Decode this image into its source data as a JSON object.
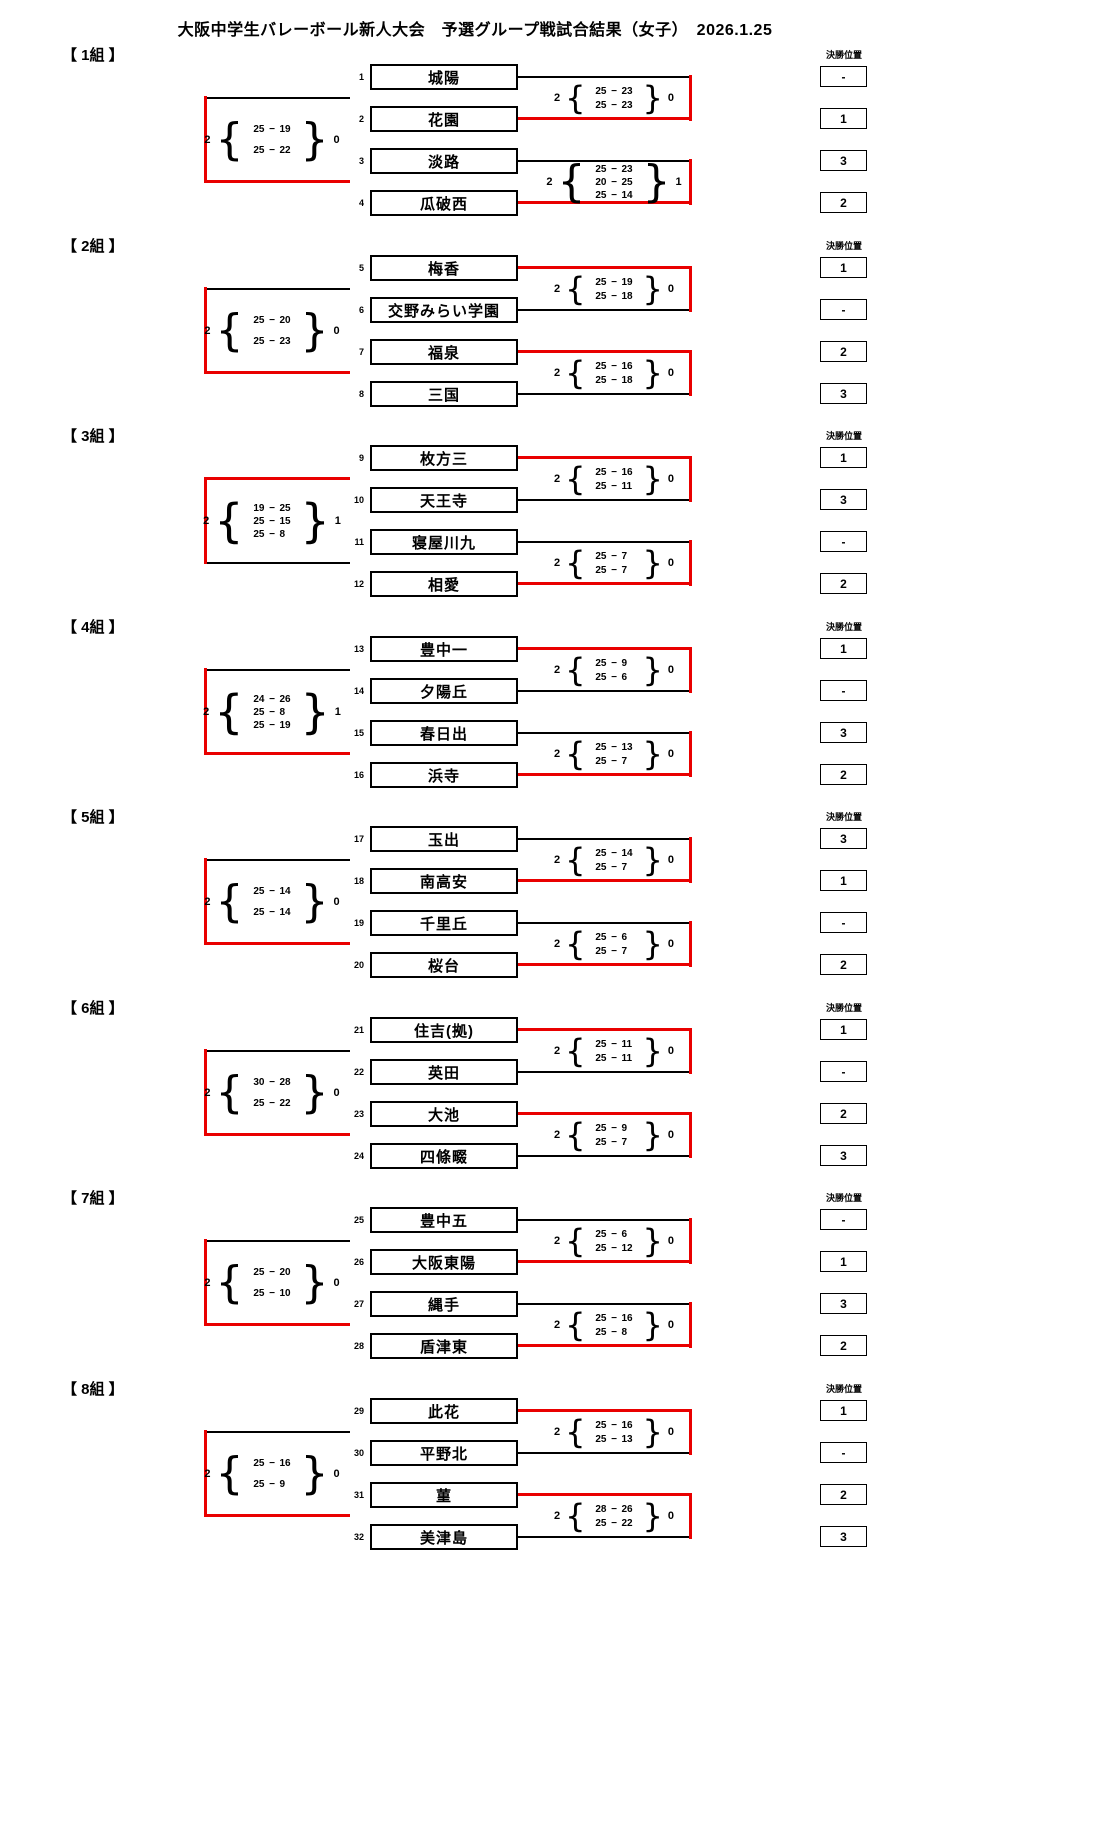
{
  "title": "大阪中学生バレーボール新人大会　予選グループ戦試合結果（女子）　2026.1.25",
  "final_position_header": "決勝位置",
  "score_separator": "−",
  "braces": {
    "open": "{",
    "close": "}"
  },
  "colors": {
    "highlight": "#e90000",
    "line": "#000000"
  },
  "groups": [
    {
      "label": "【 1組 】",
      "teams": [
        {
          "no": "1",
          "name": "城陽",
          "final_position": "-"
        },
        {
          "no": "2",
          "name": "花園",
          "final_position": "1"
        },
        {
          "no": "3",
          "name": "淡路",
          "final_position": "3"
        },
        {
          "no": "4",
          "name": "瓜破西",
          "final_position": "2"
        }
      ],
      "matches": [
        {
          "left_sets": "2",
          "right_sets": "0",
          "sets": [
            {
              "a": "25",
              "b": "23"
            },
            {
              "a": "25",
              "b": "23"
            }
          ],
          "winner": "bottom"
        },
        {
          "left_sets": "2",
          "right_sets": "1",
          "sets": [
            {
              "a": "25",
              "b": "23"
            },
            {
              "a": "20",
              "b": "25"
            },
            {
              "a": "25",
              "b": "14"
            }
          ],
          "winner": "bottom"
        }
      ],
      "final": {
        "left_sets": "2",
        "right_sets": "0",
        "sets": [
          {
            "a": "25",
            "b": "19"
          },
          {
            "a": "25",
            "b": "22"
          }
        ],
        "winner": "bottom"
      }
    },
    {
      "label": "【 2組 】",
      "teams": [
        {
          "no": "5",
          "name": "梅香",
          "final_position": "1"
        },
        {
          "no": "6",
          "name": "交野みらい学園",
          "final_position": "-"
        },
        {
          "no": "7",
          "name": "福泉",
          "final_position": "2"
        },
        {
          "no": "8",
          "name": "三国",
          "final_position": "3"
        }
      ],
      "matches": [
        {
          "left_sets": "2",
          "right_sets": "0",
          "sets": [
            {
              "a": "25",
              "b": "19"
            },
            {
              "a": "25",
              "b": "18"
            }
          ],
          "winner": "top"
        },
        {
          "left_sets": "2",
          "right_sets": "0",
          "sets": [
            {
              "a": "25",
              "b": "16"
            },
            {
              "a": "25",
              "b": "18"
            }
          ],
          "winner": "top"
        }
      ],
      "final": {
        "left_sets": "2",
        "right_sets": "0",
        "sets": [
          {
            "a": "25",
            "b": "20"
          },
          {
            "a": "25",
            "b": "23"
          }
        ],
        "winner": "bottom"
      }
    },
    {
      "label": "【 3組 】",
      "teams": [
        {
          "no": "9",
          "name": "枚方三",
          "final_position": "1"
        },
        {
          "no": "10",
          "name": "天王寺",
          "final_position": "3"
        },
        {
          "no": "11",
          "name": "寝屋川九",
          "final_position": "-"
        },
        {
          "no": "12",
          "name": "相愛",
          "final_position": "2"
        }
      ],
      "matches": [
        {
          "left_sets": "2",
          "right_sets": "0",
          "sets": [
            {
              "a": "25",
              "b": "16"
            },
            {
              "a": "25",
              "b": "11"
            }
          ],
          "winner": "top"
        },
        {
          "left_sets": "2",
          "right_sets": "0",
          "sets": [
            {
              "a": "25",
              "b": "7"
            },
            {
              "a": "25",
              "b": "7"
            }
          ],
          "winner": "bottom"
        }
      ],
      "final": {
        "left_sets": "2",
        "right_sets": "1",
        "sets": [
          {
            "a": "19",
            "b": "25"
          },
          {
            "a": "25",
            "b": "15"
          },
          {
            "a": "25",
            "b": "8"
          }
        ],
        "winner": "top"
      }
    },
    {
      "label": "【 4組 】",
      "teams": [
        {
          "no": "13",
          "name": "豊中一",
          "final_position": "1"
        },
        {
          "no": "14",
          "name": "夕陽丘",
          "final_position": "-"
        },
        {
          "no": "15",
          "name": "春日出",
          "final_position": "3"
        },
        {
          "no": "16",
          "name": "浜寺",
          "final_position": "2"
        }
      ],
      "matches": [
        {
          "left_sets": "2",
          "right_sets": "0",
          "sets": [
            {
              "a": "25",
              "b": "9"
            },
            {
              "a": "25",
              "b": "6"
            }
          ],
          "winner": "top"
        },
        {
          "left_sets": "2",
          "right_sets": "0",
          "sets": [
            {
              "a": "25",
              "b": "13"
            },
            {
              "a": "25",
              "b": "7"
            }
          ],
          "winner": "bottom"
        }
      ],
      "final": {
        "left_sets": "2",
        "right_sets": "1",
        "sets": [
          {
            "a": "24",
            "b": "26"
          },
          {
            "a": "25",
            "b": "8"
          },
          {
            "a": "25",
            "b": "19"
          }
        ],
        "winner": "bottom"
      }
    },
    {
      "label": "【 5組 】",
      "teams": [
        {
          "no": "17",
          "name": "玉出",
          "final_position": "3"
        },
        {
          "no": "18",
          "name": "南高安",
          "final_position": "1"
        },
        {
          "no": "19",
          "name": "千里丘",
          "final_position": "-"
        },
        {
          "no": "20",
          "name": "桜台",
          "final_position": "2"
        }
      ],
      "matches": [
        {
          "left_sets": "2",
          "right_sets": "0",
          "sets": [
            {
              "a": "25",
              "b": "14"
            },
            {
              "a": "25",
              "b": "7"
            }
          ],
          "winner": "bottom"
        },
        {
          "left_sets": "2",
          "right_sets": "0",
          "sets": [
            {
              "a": "25",
              "b": "6"
            },
            {
              "a": "25",
              "b": "7"
            }
          ],
          "winner": "bottom"
        }
      ],
      "final": {
        "left_sets": "2",
        "right_sets": "0",
        "sets": [
          {
            "a": "25",
            "b": "14"
          },
          {
            "a": "25",
            "b": "14"
          }
        ],
        "winner": "bottom"
      }
    },
    {
      "label": "【 6組 】",
      "teams": [
        {
          "no": "21",
          "name": "住吉(拠)",
          "final_position": "1"
        },
        {
          "no": "22",
          "name": "英田",
          "final_position": "-"
        },
        {
          "no": "23",
          "name": "大池",
          "final_position": "2"
        },
        {
          "no": "24",
          "name": "四條畷",
          "final_position": "3"
        }
      ],
      "matches": [
        {
          "left_sets": "2",
          "right_sets": "0",
          "sets": [
            {
              "a": "25",
              "b": "11"
            },
            {
              "a": "25",
              "b": "11"
            }
          ],
          "winner": "top"
        },
        {
          "left_sets": "2",
          "right_sets": "0",
          "sets": [
            {
              "a": "25",
              "b": "9"
            },
            {
              "a": "25",
              "b": "7"
            }
          ],
          "winner": "top"
        }
      ],
      "final": {
        "left_sets": "2",
        "right_sets": "0",
        "sets": [
          {
            "a": "30",
            "b": "28"
          },
          {
            "a": "25",
            "b": "22"
          }
        ],
        "winner": "bottom"
      }
    },
    {
      "label": "【 7組 】",
      "teams": [
        {
          "no": "25",
          "name": "豊中五",
          "final_position": "-"
        },
        {
          "no": "26",
          "name": "大阪東陽",
          "final_position": "1"
        },
        {
          "no": "27",
          "name": "縄手",
          "final_position": "3"
        },
        {
          "no": "28",
          "name": "盾津東",
          "final_position": "2"
        }
      ],
      "matches": [
        {
          "left_sets": "2",
          "right_sets": "0",
          "sets": [
            {
              "a": "25",
              "b": "6"
            },
            {
              "a": "25",
              "b": "12"
            }
          ],
          "winner": "bottom"
        },
        {
          "left_sets": "2",
          "right_sets": "0",
          "sets": [
            {
              "a": "25",
              "b": "16"
            },
            {
              "a": "25",
              "b": "8"
            }
          ],
          "winner": "bottom"
        }
      ],
      "final": {
        "left_sets": "2",
        "right_sets": "0",
        "sets": [
          {
            "a": "25",
            "b": "20"
          },
          {
            "a": "25",
            "b": "10"
          }
        ],
        "winner": "bottom"
      }
    },
    {
      "label": "【 8組 】",
      "teams": [
        {
          "no": "29",
          "name": "此花",
          "final_position": "1"
        },
        {
          "no": "30",
          "name": "平野北",
          "final_position": "-"
        },
        {
          "no": "31",
          "name": "菫",
          "final_position": "2"
        },
        {
          "no": "32",
          "name": "美津島",
          "final_position": "3"
        }
      ],
      "matches": [
        {
          "left_sets": "2",
          "right_sets": "0",
          "sets": [
            {
              "a": "25",
              "b": "16"
            },
            {
              "a": "25",
              "b": "13"
            }
          ],
          "winner": "top"
        },
        {
          "left_sets": "2",
          "right_sets": "0",
          "sets": [
            {
              "a": "28",
              "b": "26"
            },
            {
              "a": "25",
              "b": "22"
            }
          ],
          "winner": "top"
        }
      ],
      "final": {
        "left_sets": "2",
        "right_sets": "0",
        "sets": [
          {
            "a": "25",
            "b": "16"
          },
          {
            "a": "25",
            "b": "9"
          }
        ],
        "winner": "bottom"
      }
    }
  ]
}
